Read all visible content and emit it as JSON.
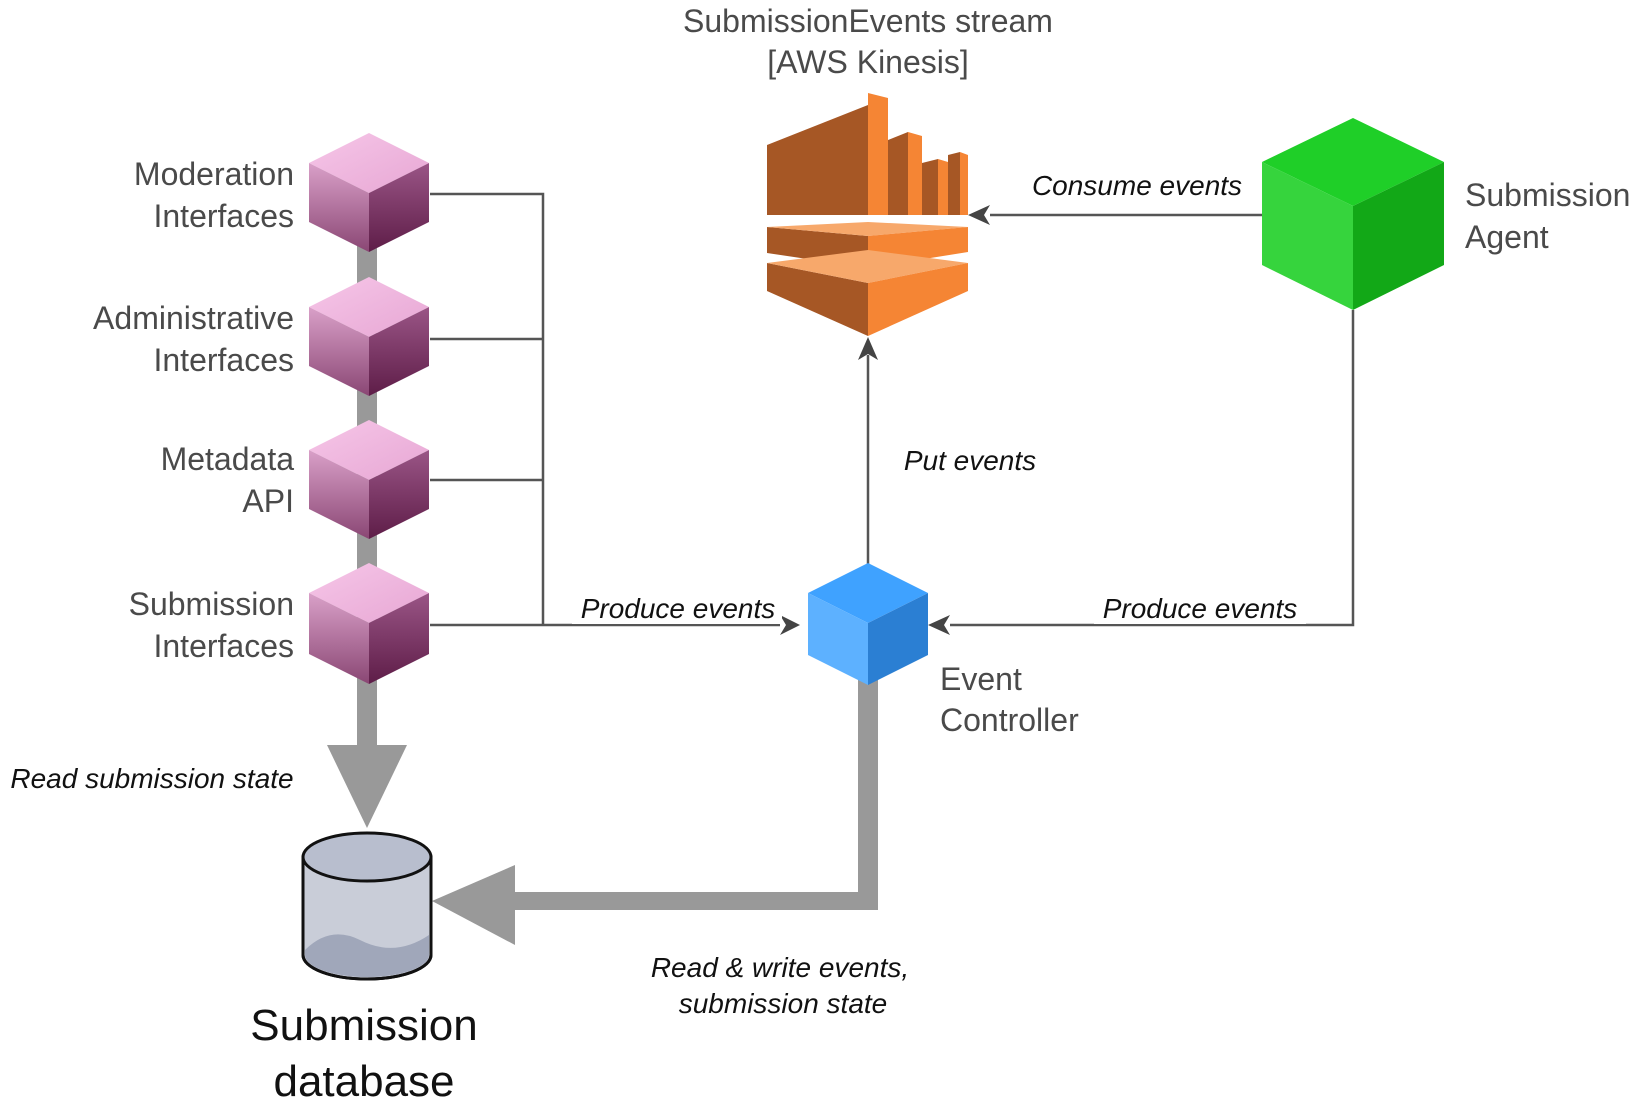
{
  "stream": {
    "title_line1": "SubmissionEvents stream",
    "title_line2": "[AWS Kinesis]",
    "icon": "kinesis-stream-icon"
  },
  "interfaces": [
    {
      "id": "moderation",
      "line1": "Moderation",
      "line2": "Interfaces",
      "icon": "cube-icon"
    },
    {
      "id": "administrative",
      "line1": "Administrative",
      "line2": "Interfaces",
      "icon": "cube-icon"
    },
    {
      "id": "metadata",
      "line1": "Metadata",
      "line2": "API",
      "icon": "cube-icon"
    },
    {
      "id": "submission",
      "line1": "Submission",
      "line2": "Interfaces",
      "icon": "cube-icon"
    }
  ],
  "agent": {
    "line1": "Submission",
    "line2": "Agent",
    "icon": "cube-icon"
  },
  "controller": {
    "line1": "Event",
    "line2": "Controller",
    "icon": "cube-icon"
  },
  "database": {
    "line1": "Submission",
    "line2": "database",
    "icon": "database-cylinder-icon"
  },
  "edges": {
    "consume": "Consume events",
    "put": "Put events",
    "produce_left": "Produce events",
    "produce_right": "Produce events",
    "read_state": "Read submission state",
    "rw_line1": "Read & write events,",
    "rw_line2": "submission state"
  },
  "colors": {
    "interface_top": "#f3bde3",
    "interface_front": "#b97fa6",
    "interface_side": "#7e2f63",
    "agent_top": "#22d02a",
    "agent_front": "#33d43a",
    "agent_side": "#14a818",
    "controller_top": "#45a6ff",
    "controller_front": "#5bb0ff",
    "controller_side": "#2a7fd4",
    "kinesis_dark": "#a65725",
    "kinesis_light": "#f58534",
    "kinesis_pale": "#f7a86b",
    "db_body": "#c9cdd8",
    "db_top": "#b8bece",
    "db_shadow": "#a0a7ba",
    "thick_arrow": "#999999",
    "thin_line": "#555555",
    "text_gray": "#4a4a4a"
  }
}
